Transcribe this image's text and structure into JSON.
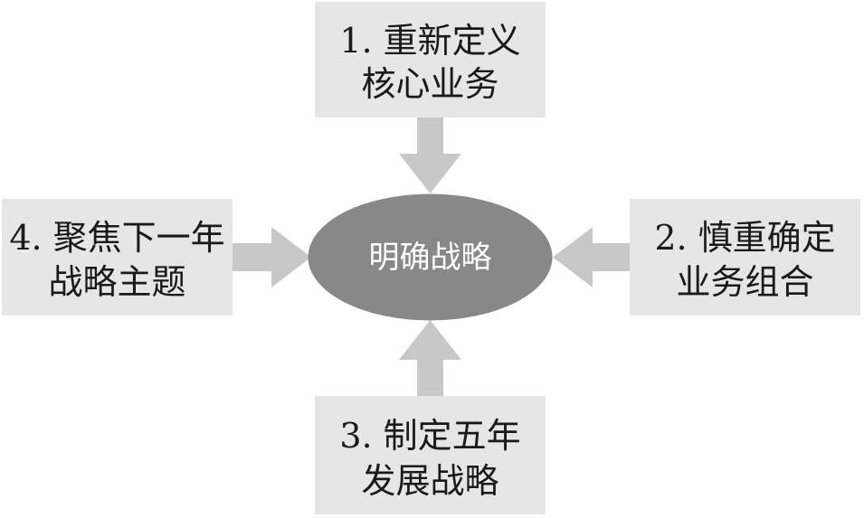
{
  "center": {
    "label": "明确战略"
  },
  "steps": [
    {
      "id": "top",
      "line1": "1. 重新定义",
      "line2": "核心业务"
    },
    {
      "id": "right",
      "line1": "2. 慎重确定",
      "line2": "业务组合"
    },
    {
      "id": "bottom",
      "line1": "3. 制定五年",
      "line2": "发展战略"
    },
    {
      "id": "left",
      "line1": "4. 聚焦下一年",
      "line2": "战略主题"
    }
  ],
  "colors": {
    "box": "#e6e6e6",
    "arrow": "#c8c8c8",
    "center": "#888888",
    "text": "#1a1a1a",
    "center_text": "#ffffff"
  }
}
